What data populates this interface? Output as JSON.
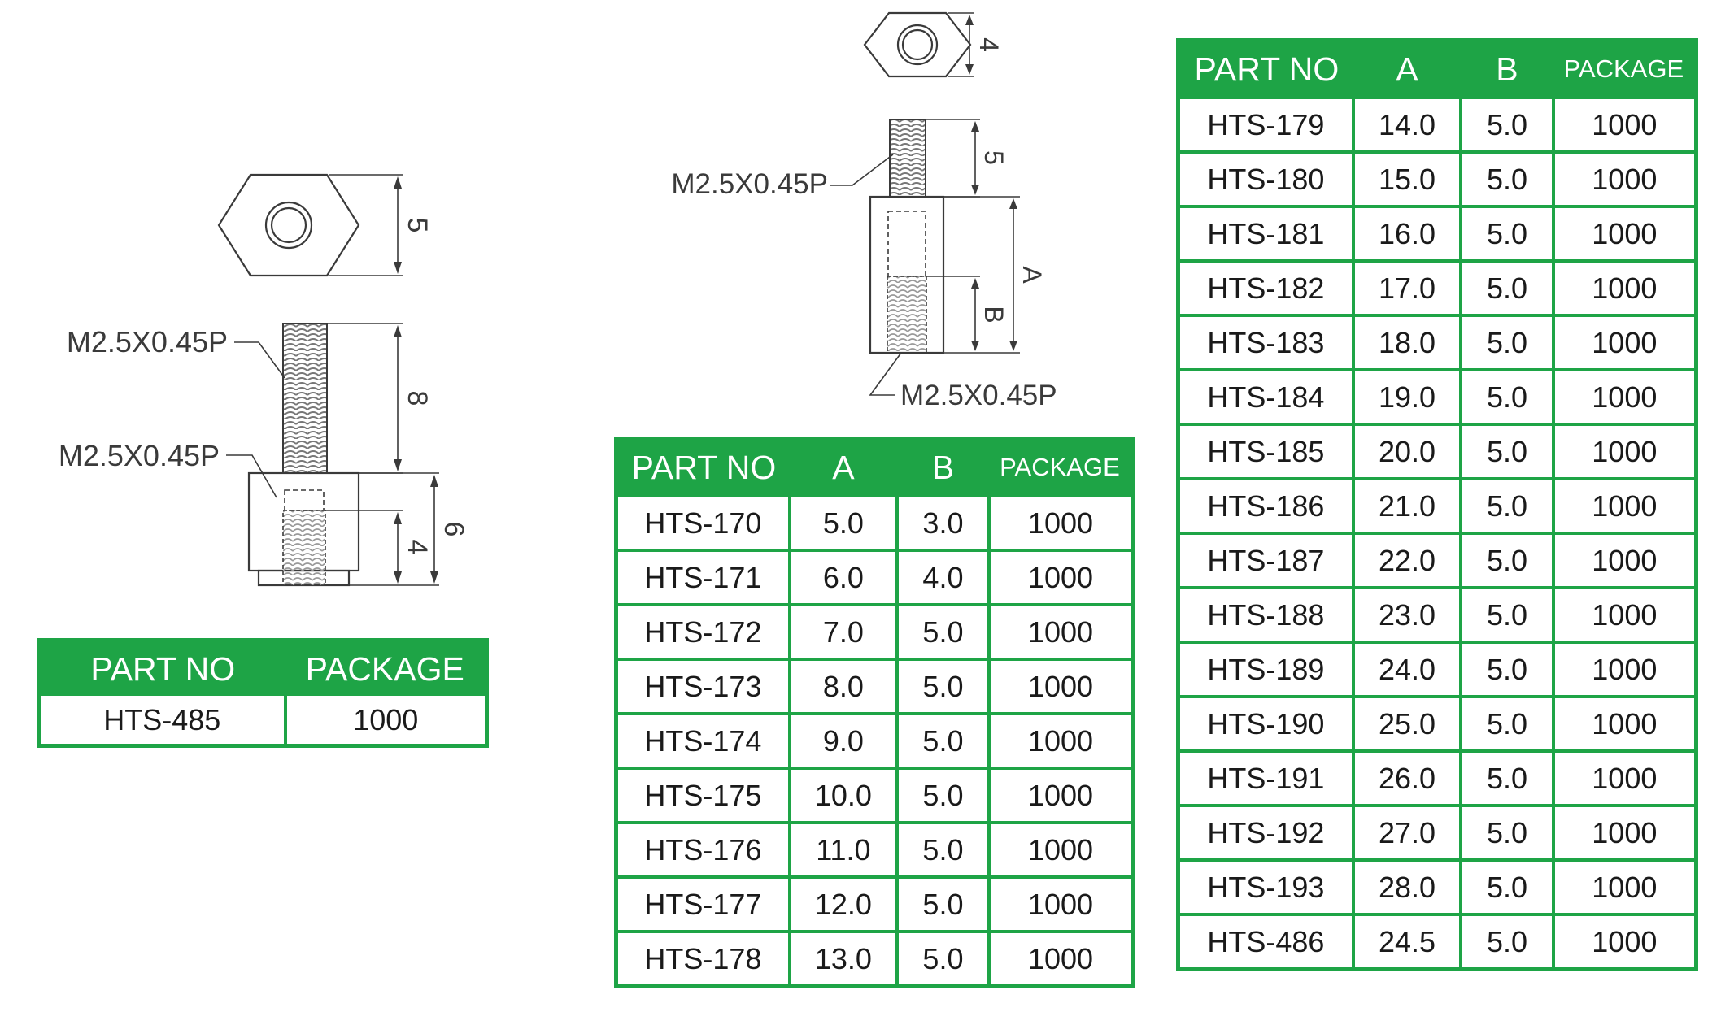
{
  "drawing1": {
    "hex_dim": "5",
    "thread_top_label": "M2.5X0.45P",
    "thread_bottom_label": "M2.5X0.45P",
    "stud_length_dim": "8",
    "thread_depth_dim": "4",
    "body_length_dim": "6"
  },
  "drawing2": {
    "hex_dim": "4",
    "thread_top_label": "M2.5X0.45P",
    "thread_bottom_label": "M2.5X0.45P",
    "stud_length_dim": "5",
    "body_length_dim": "A",
    "thread_depth_dim": "B"
  },
  "table1": {
    "headers": [
      "PART NO",
      "PACKAGE"
    ],
    "rows": [
      [
        "HTS-485",
        "1000"
      ]
    ]
  },
  "table2": {
    "headers": [
      "PART NO",
      "A",
      "B",
      "PACKAGE"
    ],
    "rows": [
      [
        "HTS-170",
        "5.0",
        "3.0",
        "1000"
      ],
      [
        "HTS-171",
        "6.0",
        "4.0",
        "1000"
      ],
      [
        "HTS-172",
        "7.0",
        "5.0",
        "1000"
      ],
      [
        "HTS-173",
        "8.0",
        "5.0",
        "1000"
      ],
      [
        "HTS-174",
        "9.0",
        "5.0",
        "1000"
      ],
      [
        "HTS-175",
        "10.0",
        "5.0",
        "1000"
      ],
      [
        "HTS-176",
        "11.0",
        "5.0",
        "1000"
      ],
      [
        "HTS-177",
        "12.0",
        "5.0",
        "1000"
      ],
      [
        "HTS-178",
        "13.0",
        "5.0",
        "1000"
      ]
    ]
  },
  "table3": {
    "headers": [
      "PART NO",
      "A",
      "B",
      "PACKAGE"
    ],
    "rows": [
      [
        "HTS-179",
        "14.0",
        "5.0",
        "1000"
      ],
      [
        "HTS-180",
        "15.0",
        "5.0",
        "1000"
      ],
      [
        "HTS-181",
        "16.0",
        "5.0",
        "1000"
      ],
      [
        "HTS-182",
        "17.0",
        "5.0",
        "1000"
      ],
      [
        "HTS-183",
        "18.0",
        "5.0",
        "1000"
      ],
      [
        "HTS-184",
        "19.0",
        "5.0",
        "1000"
      ],
      [
        "HTS-185",
        "20.0",
        "5.0",
        "1000"
      ],
      [
        "HTS-186",
        "21.0",
        "5.0",
        "1000"
      ],
      [
        "HTS-187",
        "22.0",
        "5.0",
        "1000"
      ],
      [
        "HTS-188",
        "23.0",
        "5.0",
        "1000"
      ],
      [
        "HTS-189",
        "24.0",
        "5.0",
        "1000"
      ],
      [
        "HTS-190",
        "25.0",
        "5.0",
        "1000"
      ],
      [
        "HTS-191",
        "26.0",
        "5.0",
        "1000"
      ],
      [
        "HTS-192",
        "27.0",
        "5.0",
        "1000"
      ],
      [
        "HTS-193",
        "28.0",
        "5.0",
        "1000"
      ],
      [
        "HTS-486",
        "24.5",
        "5.0",
        "1000"
      ]
    ]
  },
  "colors": {
    "accent_green": "#1ea446",
    "line_gray": "#3a3a3a"
  }
}
